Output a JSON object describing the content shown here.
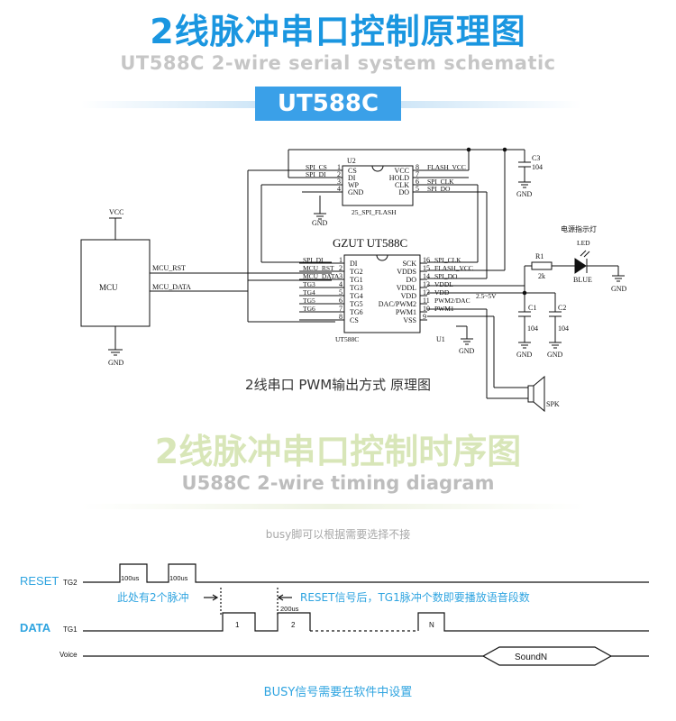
{
  "header": {
    "title_cn": "2线脉冲串口控制原理图",
    "title_en": "UT588C 2-wire serial system schematic",
    "badge": "UT588C"
  },
  "schematic": {
    "caption": "2线串口 PWM输出方式 原理图",
    "mcu": {
      "label": "MCU",
      "vcc": "VCC",
      "gnd": "GND",
      "pin_rst": "MCU_RST",
      "pin_data": "MCU_DATA"
    },
    "u2": {
      "ref": "U2",
      "left_pins": [
        {
          "num": "1",
          "net": "SPI_CS",
          "name": "CS"
        },
        {
          "num": "2",
          "net": "SPI_DI",
          "name": "DI"
        },
        {
          "num": "3",
          "net": "",
          "name": "WP"
        },
        {
          "num": "4",
          "net": "",
          "name": "GND"
        }
      ],
      "right_pins": [
        {
          "num": "8",
          "name": "VCC",
          "net": "FLASH_VCC"
        },
        {
          "num": "7",
          "name": "HOLD",
          "net": ""
        },
        {
          "num": "6",
          "name": "CLK",
          "net": "SPI_CLK"
        },
        {
          "num": "5",
          "name": "DO",
          "net": "SPI_DO"
        }
      ],
      "part": "25_SPI_FLASH",
      "gnd": "GND"
    },
    "c3": {
      "ref": "C3",
      "value": "104",
      "gnd": "GND"
    },
    "u1": {
      "ref": "U1",
      "title": "GZUT  UT588C",
      "part": "UT588C",
      "left_pins": [
        {
          "num": "1",
          "net": "SPI_DI",
          "name": "DI"
        },
        {
          "num": "2",
          "net": "MCU_RST",
          "name": "TG2"
        },
        {
          "num": "3",
          "net": "MCU_DATA",
          "name": "TG1"
        },
        {
          "num": "4",
          "net": "TG3",
          "name": "TG3"
        },
        {
          "num": "5",
          "net": "TG4",
          "name": "TG4"
        },
        {
          "num": "6",
          "net": "TG5",
          "name": "TG5"
        },
        {
          "num": "7",
          "net": "TG6",
          "name": "TG6"
        },
        {
          "num": "8",
          "net": "",
          "name": "CS"
        }
      ],
      "right_pins": [
        {
          "num": "16",
          "net": "SPI_CLK",
          "name": "SCK"
        },
        {
          "num": "15",
          "net": "FLASH_VCC",
          "name": "VDDS"
        },
        {
          "num": "14",
          "net": "SPI_DO",
          "name": "DO"
        },
        {
          "num": "13",
          "net": "VDDL",
          "name": "VDDL"
        },
        {
          "num": "12",
          "net": "VDD",
          "name": "VDD"
        },
        {
          "num": "11",
          "net": "PWM2/DAC",
          "name": "DAC/PWM2"
        },
        {
          "num": "10",
          "net": "PWM1",
          "name": "PWM1"
        },
        {
          "num": "9",
          "net": "",
          "name": "VSS"
        }
      ],
      "gnd": "GND",
      "vdd_range": "2.5~5V"
    },
    "led_block": {
      "title": "电源指示灯",
      "r1_ref": "R1",
      "r1_value": "2k",
      "led_ref": "LED",
      "led_color": "BLUE",
      "gnd": "GND"
    },
    "c1": {
      "ref": "C1",
      "value": "104",
      "gnd": "GND"
    },
    "c2": {
      "ref": "C2",
      "value": "104",
      "gnd": "GND"
    },
    "spk": {
      "label": "SPK"
    }
  },
  "timing": {
    "title_cn": "2线脉冲串口控制时序图",
    "title_en": "U588C 2-wire timing diagram",
    "busy_note": "busy脚可以根据需要选择不接",
    "reset_label": "RESET",
    "reset_pin": "TG2",
    "pulse_width_1": "100us",
    "pulse_width_2": "100us",
    "note_two_pulses": "此处有2个脉冲",
    "note_after_reset": "RESET信号后，TG1脉冲个数即要播放语音段数",
    "gap_label": "200us",
    "data_label": "DATA",
    "data_pin": "TG1",
    "pulse_1": "1",
    "pulse_2": "2",
    "pulse_n": "N",
    "voice_label": "Voice",
    "sound_label": "SoundN",
    "busy_setting": "BUSY信号需要在软件中设置"
  },
  "colors": {
    "title_blue": "#1a96e0",
    "badge_blue": "#3aa0e8",
    "timing_title_green": "#d8e6b8",
    "label_blue": "#2fa4e0",
    "gray_text": "#c6c6c6"
  }
}
